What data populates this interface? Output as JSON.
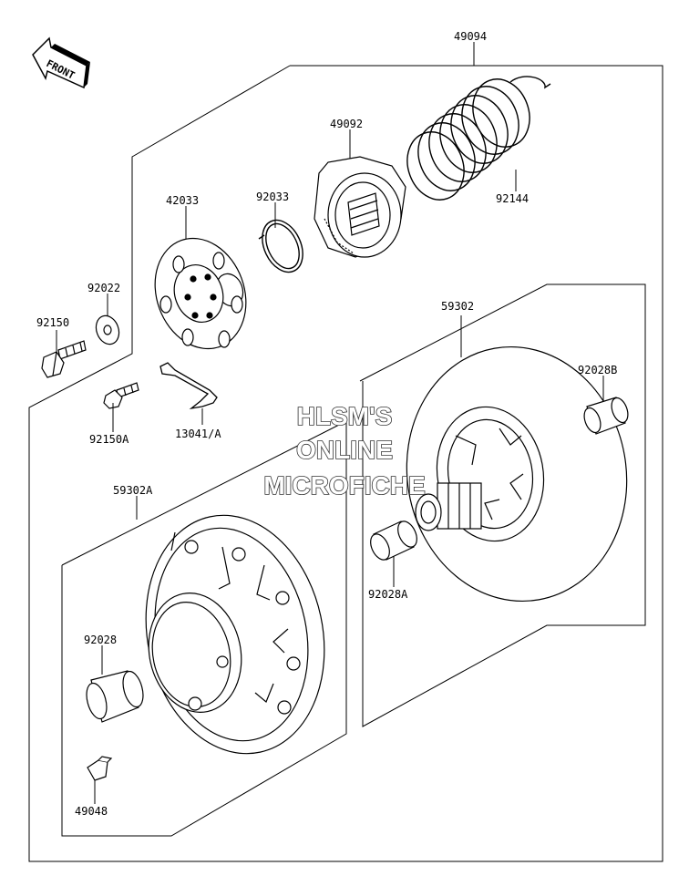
{
  "diagram": {
    "front_label": "FRONT",
    "watermark": {
      "line1": "HLSM'S",
      "line2": "ONLINE",
      "line3": "MICROFICHE"
    },
    "parts": {
      "p49094": "49094",
      "p49092": "49092",
      "p92033": "92033",
      "p42033": "42033",
      "p92144": "92144",
      "p92022": "92022",
      "p92150": "92150",
      "p92150A": "92150A",
      "p13041A": "13041/A",
      "p59302": "59302",
      "p92028B": "92028B",
      "p59302A": "59302A",
      "p92028A": "92028A",
      "p92028": "92028",
      "p49048": "49048"
    }
  }
}
